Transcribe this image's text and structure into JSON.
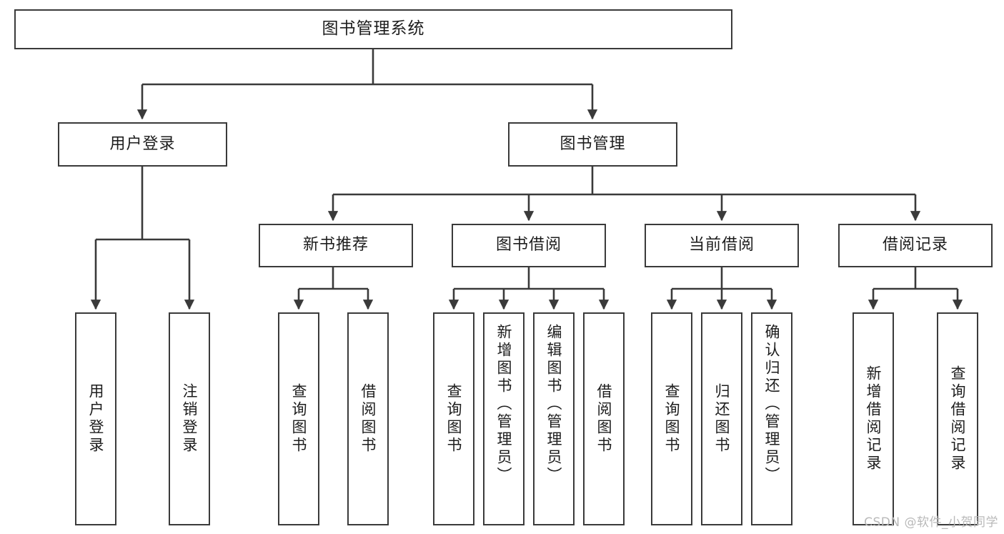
{
  "diagram": {
    "title": "图书管理系统",
    "type": "tree",
    "orientation": "top-down",
    "colors": {
      "box_border": "#3a3a3a",
      "box_fill": "#ffffff",
      "edge": "#3a3a3a",
      "text": "#1d1d1d",
      "watermark": "#b9b9b9",
      "background": "#ffffff"
    },
    "root": {
      "label": "图书管理系统"
    },
    "level2": [
      {
        "id": "user-login",
        "label": "用户登录"
      },
      {
        "id": "book-management",
        "label": "图书管理"
      }
    ],
    "level3": [
      {
        "id": "new-book-recommend",
        "label": "新书推荐",
        "parent": "book-management"
      },
      {
        "id": "book-borrow",
        "label": "图书借阅",
        "parent": "book-management"
      },
      {
        "id": "current-borrow",
        "label": "当前借阅",
        "parent": "book-management"
      },
      {
        "id": "borrow-record",
        "label": "借阅记录",
        "parent": "book-management"
      }
    ],
    "leaves": [
      {
        "id": "leaf-user-login",
        "label": "用户登录",
        "parent": "user-login"
      },
      {
        "id": "leaf-logout-login",
        "label": "注销登录",
        "parent": "user-login"
      },
      {
        "id": "leaf-query-book-1",
        "label": "查询图书",
        "parent": "new-book-recommend"
      },
      {
        "id": "leaf-borrow-book-1",
        "label": "借阅图书",
        "parent": "new-book-recommend"
      },
      {
        "id": "leaf-query-book-2",
        "label": "查询图书",
        "parent": "book-borrow"
      },
      {
        "id": "leaf-add-book",
        "label": "新增图书（管理员）",
        "parent": "book-borrow"
      },
      {
        "id": "leaf-edit-book",
        "label": "编辑图书（管理员）",
        "parent": "book-borrow"
      },
      {
        "id": "leaf-borrow-book-2",
        "label": "借阅图书",
        "parent": "book-borrow"
      },
      {
        "id": "leaf-query-book-3",
        "label": "查询图书",
        "parent": "current-borrow"
      },
      {
        "id": "leaf-return-book",
        "label": "归还图书",
        "parent": "current-borrow"
      },
      {
        "id": "leaf-confirm-return",
        "label": "确认归还（管理员）",
        "parent": "current-borrow"
      },
      {
        "id": "leaf-add-record",
        "label": "新增借阅记录",
        "parent": "borrow-record"
      },
      {
        "id": "leaf-query-record",
        "label": "查询借阅记录",
        "parent": "borrow-record"
      }
    ],
    "watermark": "CSDN @软件_小贺同学"
  }
}
